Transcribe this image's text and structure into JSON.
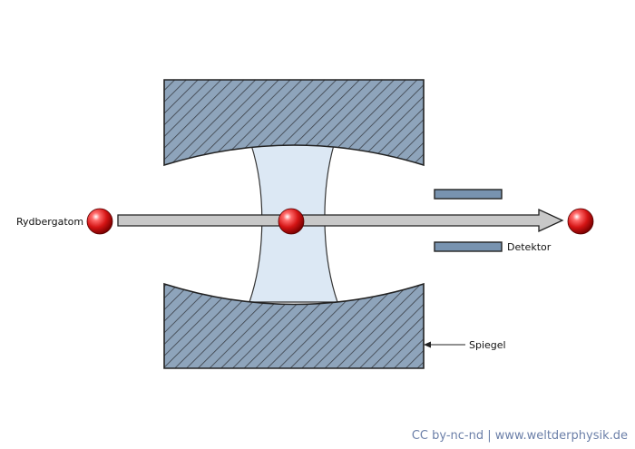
{
  "labels": {
    "rydbergatom": "Rydbergatom",
    "detektor": "Detektor",
    "spiegel": "Spiegel"
  },
  "credit": {
    "license": "CC by-nc-nd",
    "separator": " | ",
    "site": "www.weltderphysik.de"
  },
  "colors": {
    "mirror_fill": "#8ea4bb",
    "mirror_hatch": "#3a3f47",
    "field": "#dce8f4",
    "beam": "#c8c8c8",
    "detector": "#7893b0",
    "atom": "#cc1111",
    "credit": "#6b7fa8"
  },
  "icons": {
    "atom": "red-sphere",
    "beam": "arrow-right"
  }
}
